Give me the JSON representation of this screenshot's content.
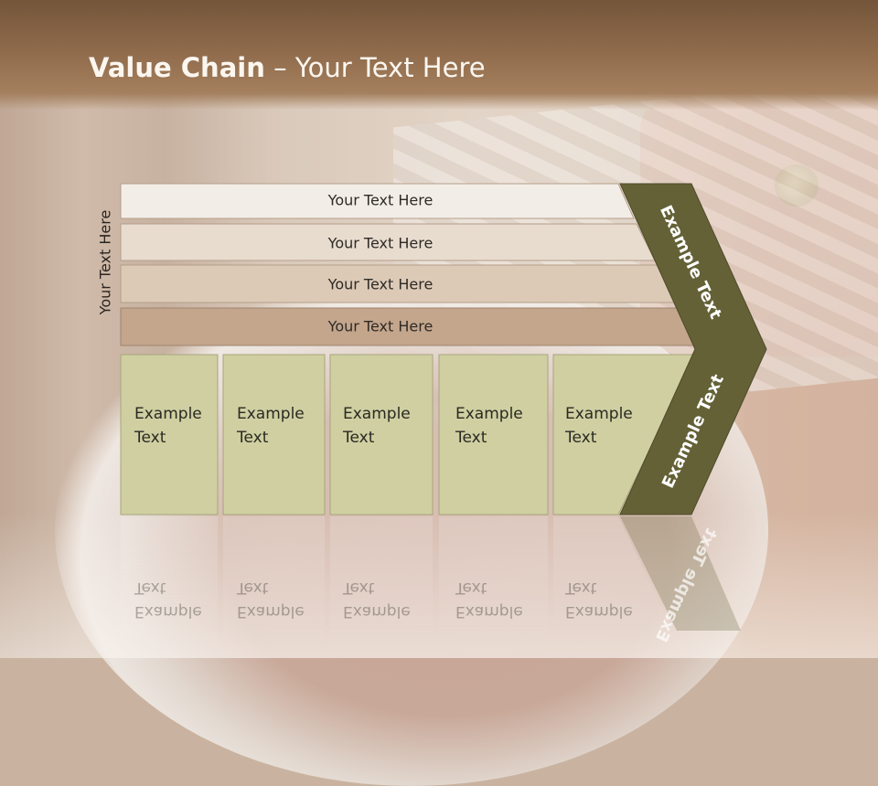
{
  "slide": {
    "title_strong": "Value Chain",
    "title_rest": " – Your Text Here",
    "side_label": "Your Text Here"
  },
  "rows": [
    {
      "label": "Your Text Here",
      "fill": "#f2ede7"
    },
    {
      "label": "Your Text Here",
      "fill": "#e8dccf"
    },
    {
      "label": "Your Text Here",
      "fill": "#dccab7"
    },
    {
      "label": "Your Text Here",
      "fill": "#c4a68c"
    }
  ],
  "boxes": [
    {
      "line1": "Example",
      "line2": "Text"
    },
    {
      "line1": "Example",
      "line2": "Text"
    },
    {
      "line1": "Example",
      "line2": "Text"
    },
    {
      "line1": "Example",
      "line2": "Text"
    },
    {
      "line1": "Example",
      "line2": "Text"
    }
  ],
  "chevron": {
    "upper_text": "Example Text",
    "lower_text": "Example Text",
    "color": "#646137"
  },
  "colors": {
    "box_fill": "#cfcfa2",
    "title_band": "#8e6a4b"
  }
}
